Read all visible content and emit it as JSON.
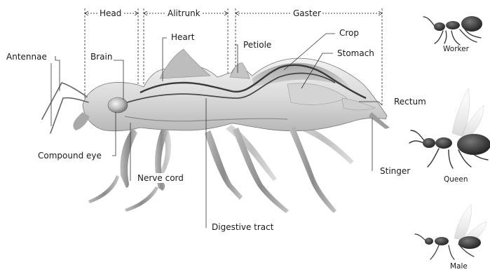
{
  "segments": {
    "head": "Head",
    "alitrunk": "Alitrunk",
    "gaster": "Gaster"
  },
  "parts": {
    "antennae": "Antennae",
    "brain": "Brain",
    "heart": "Heart",
    "petiole": "Petiole",
    "crop": "Crop",
    "stomach": "Stomach",
    "rectum": "Rectum",
    "compound_eye": "Compound eye",
    "nerve_cord": "Nerve cord",
    "stinger": "Stinger",
    "digestive_tract": "Digestive tract"
  },
  "castes": {
    "worker": "Worker",
    "queen": "Queen",
    "male": "Male"
  }
}
